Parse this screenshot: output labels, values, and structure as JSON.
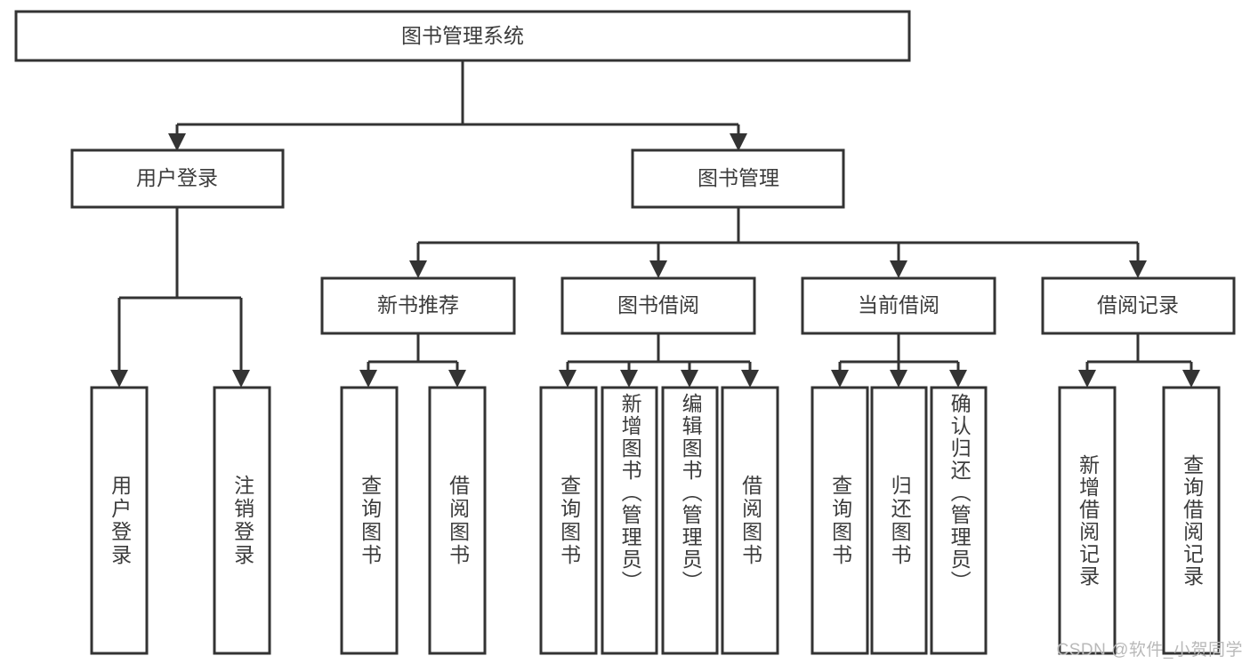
{
  "diagram": {
    "title": "图书管理系统",
    "type": "tree-hierarchy",
    "watermark": "CSDN @软件_小贺同学",
    "nodes": {
      "root": {
        "label": "图书管理系统",
        "level": 0
      },
      "user_login": {
        "label": "用户登录",
        "level": 1
      },
      "book_manage": {
        "label": "图书管理",
        "level": 1
      },
      "new_book_rec": {
        "label": "新书推荐",
        "level": 2
      },
      "book_borrow": {
        "label": "图书借阅",
        "level": 2
      },
      "current_borrow": {
        "label": "当前借阅",
        "level": 2
      },
      "borrow_record": {
        "label": "借阅记录",
        "level": 2
      },
      "leaf_user_login": {
        "label": "用户登录",
        "level": 3
      },
      "leaf_logout": {
        "label": "注销登录",
        "level": 3
      },
      "leaf_query_book_1": {
        "label": "查询图书",
        "level": 3
      },
      "leaf_borrow_book_1": {
        "label": "借阅图书",
        "level": 3
      },
      "leaf_query_book_2": {
        "label": "查询图书",
        "level": 3
      },
      "leaf_add_book": {
        "label": "新增图书（管理员）",
        "level": 3
      },
      "leaf_edit_book": {
        "label": "编辑图书（管理员）",
        "level": 3
      },
      "leaf_borrow_book_2": {
        "label": "借阅图书",
        "level": 3
      },
      "leaf_query_book_3": {
        "label": "查询图书",
        "level": 3
      },
      "leaf_return_book": {
        "label": "归还图书",
        "level": 3
      },
      "leaf_confirm_return": {
        "label": "确认归还（管理员）",
        "level": 3
      },
      "leaf_add_record": {
        "label": "新增借阅记录",
        "level": 3
      },
      "leaf_query_record": {
        "label": "查询借阅记录",
        "level": 3
      }
    },
    "edges": [
      {
        "from": "root",
        "to": "user_login"
      },
      {
        "from": "root",
        "to": "book_manage"
      },
      {
        "from": "user_login",
        "to": "leaf_user_login"
      },
      {
        "from": "user_login",
        "to": "leaf_logout"
      },
      {
        "from": "book_manage",
        "to": "new_book_rec"
      },
      {
        "from": "book_manage",
        "to": "book_borrow"
      },
      {
        "from": "book_manage",
        "to": "current_borrow"
      },
      {
        "from": "book_manage",
        "to": "borrow_record"
      },
      {
        "from": "new_book_rec",
        "to": "leaf_query_book_1"
      },
      {
        "from": "new_book_rec",
        "to": "leaf_borrow_book_1"
      },
      {
        "from": "book_borrow",
        "to": "leaf_query_book_2"
      },
      {
        "from": "book_borrow",
        "to": "leaf_add_book"
      },
      {
        "from": "book_borrow",
        "to": "leaf_edit_book"
      },
      {
        "from": "book_borrow",
        "to": "leaf_borrow_book_2"
      },
      {
        "from": "current_borrow",
        "to": "leaf_query_book_3"
      },
      {
        "from": "current_borrow",
        "to": "leaf_return_book"
      },
      {
        "from": "current_borrow",
        "to": "leaf_confirm_return"
      },
      {
        "from": "borrow_record",
        "to": "leaf_add_record"
      },
      {
        "from": "borrow_record",
        "to": "leaf_query_record"
      }
    ],
    "colors": {
      "box_stroke": "#333333",
      "box_fill": "#ffffff",
      "text": "#3c3c3c",
      "connector": "#333333",
      "watermark": "#b9b9b9",
      "background": "#ffffff"
    }
  }
}
